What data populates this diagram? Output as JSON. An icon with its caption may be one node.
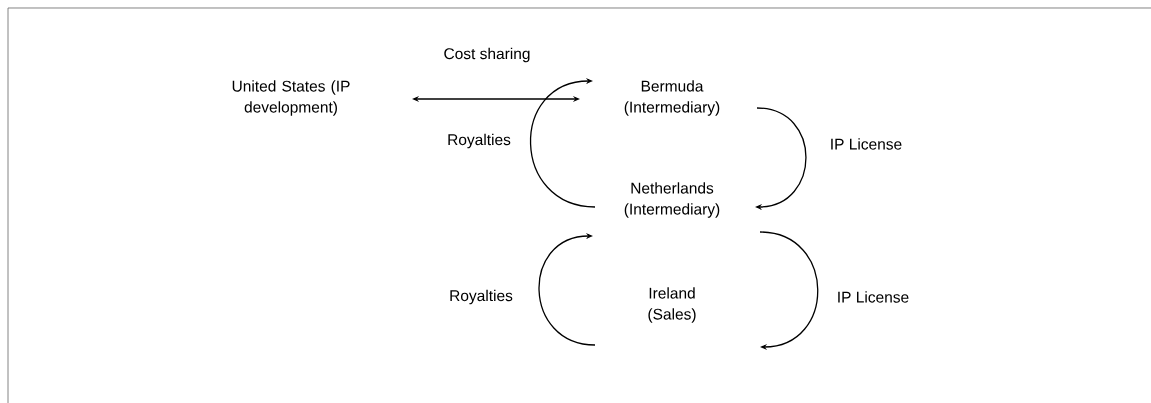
{
  "diagram": {
    "nodes": [
      {
        "text": [
          "United States (IP development)"
        ]
      },
      {
        "text": [
          "Bermuda (Intermediary)"
        ]
      },
      {
        "text": [
          "Netherlands (Intermediary)"
        ]
      },
      {
        "text": [
          "Ireland (Sales)"
        ]
      }
    ],
    "edges": [
      {
        "from": 0,
        "to": 1,
        "arrow": "both",
        "label": "Cost sharing"
      },
      {
        "from": 2,
        "to": 1,
        "arrow": "to",
        "label": "Royalties"
      },
      {
        "from": 1,
        "to": 2,
        "arrow": "to",
        "label": "IP License"
      },
      {
        "from": 3,
        "to": 2,
        "arrow": "to",
        "label": "Royalties"
      },
      {
        "from": 2,
        "to": 3,
        "arrow": "to",
        "label": "IP License"
      }
    ]
  }
}
